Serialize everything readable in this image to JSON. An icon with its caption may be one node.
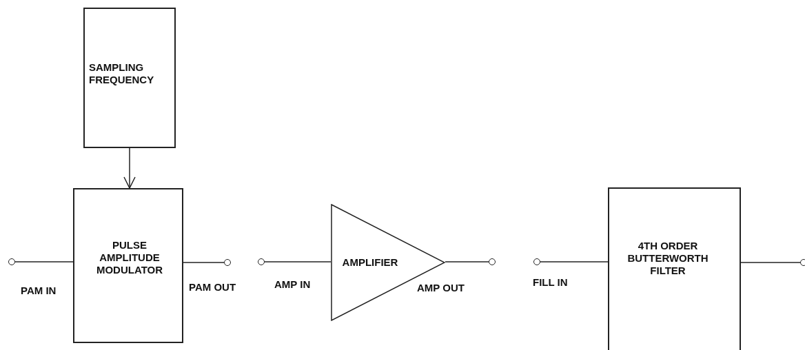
{
  "diagram": {
    "nodes": [
      {
        "text": [
          "SAMPLING FREQUENCY"
        ]
      },
      {
        "text": [],
        "shape": "circle"
      },
      {
        "text": [
          "PULSE AMPLITUDE MODULATOR"
        ]
      },
      {
        "text": [],
        "shape": "circle"
      },
      {
        "text": [],
        "shape": "circle"
      },
      {
        "text": [
          "AMPLIFIER"
        ]
      },
      {
        "text": [],
        "shape": "circle"
      },
      {
        "text": [],
        "shape": "circle"
      },
      {
        "text": [
          "4TH ORDER BUTTERWORTH FILTER"
        ]
      },
      {
        "text": [],
        "shape": "circle"
      }
    ],
    "edges": [
      {
        "from": 0,
        "to": 2,
        "arrow": "to"
      },
      {
        "from": 1,
        "to": 2,
        "arrow": "none"
      },
      {
        "from": 2,
        "to": 3,
        "arrow": "none"
      },
      {
        "from": 4,
        "to": 5,
        "arrow": "none"
      },
      {
        "from": 5,
        "to": 6,
        "arrow": "none"
      },
      {
        "from": 7,
        "to": 8,
        "arrow": "none"
      },
      {
        "from": 8,
        "to": 9,
        "arrow": "none"
      }
    ],
    "labels": [
      "PAM IN",
      "PAM OUT",
      "AMP IN",
      "AMP OUT",
      "FILL IN"
    ]
  }
}
